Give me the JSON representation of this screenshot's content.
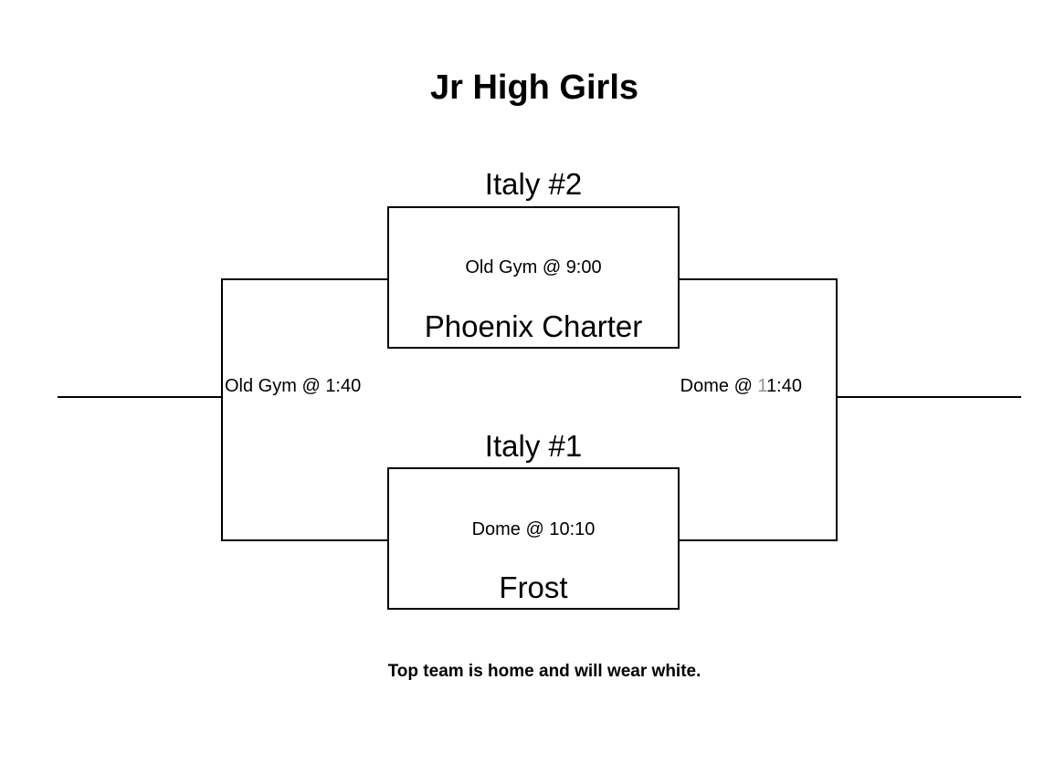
{
  "page": {
    "title": "Jr High Girls",
    "footnote": "Top team is home and will wear white."
  },
  "bracket": {
    "games": [
      {
        "team_top": "Italy #2",
        "venue_time": "Old Gym @ 9:00",
        "team_bottom": "Phoenix Charter"
      },
      {
        "team_top": "Italy #1",
        "venue_time": "Dome @ 10:10",
        "team_bottom": "Frost"
      }
    ],
    "left_feeder": {
      "label": "Old Gym @ 1:40"
    },
    "right_feeder": {
      "label": "Dome @ 11:40",
      "label_parts": {
        "prefix": "Dome @ ",
        "faded_digit": "1",
        "rest": "1:40"
      }
    }
  },
  "colors": {
    "background": "#ffffff",
    "text": "#000000",
    "line": "#000000",
    "faded_digit": "#8d939c"
  }
}
